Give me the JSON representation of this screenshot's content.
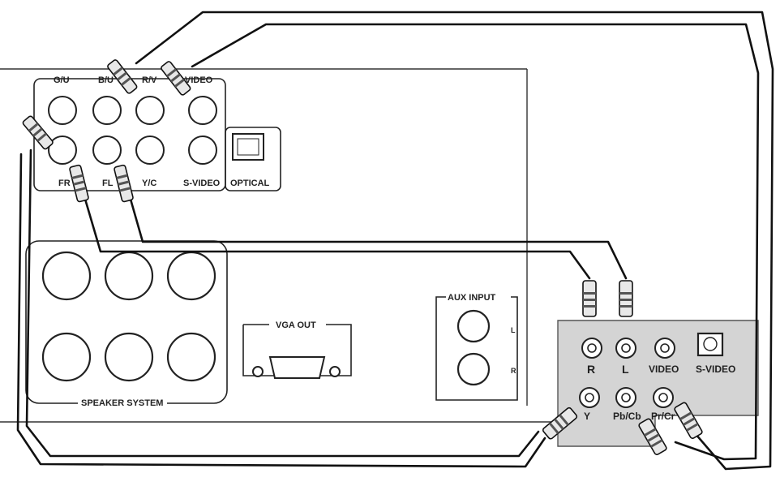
{
  "left_unit": {
    "av_top_labels": [
      "G/U",
      "B/U",
      "R/V",
      "VIDEO"
    ],
    "av_bottom_labels": [
      "FR",
      "FL",
      "Y/C",
      "S-VIDEO"
    ],
    "optical_label": "OPTICAL",
    "speaker_label": "SPEAKER SYSTEM",
    "vga_label": "VGA OUT",
    "aux_label": "AUX INPUT",
    "aux_channel_labels": [
      "L",
      "R"
    ]
  },
  "right_panel": {
    "top_labels": [
      "R",
      "L",
      "VIDEO",
      "S-VIDEO"
    ],
    "bottom_labels": [
      "Y",
      "Pb/Cb",
      "Pr/Cr"
    ],
    "panel_color": "#d4d4d4"
  }
}
